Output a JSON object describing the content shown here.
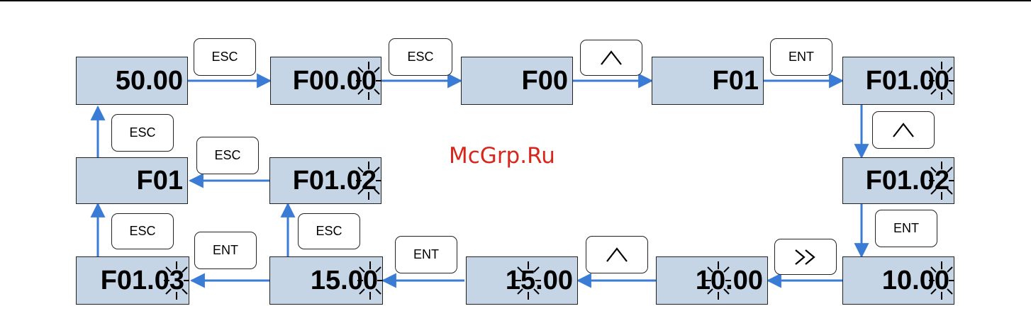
{
  "watermark": "McGrp.Ru",
  "displays": [
    {
      "id": "d1",
      "pre": "50.00",
      "blink": "",
      "post": ""
    },
    {
      "id": "d2",
      "pre": "F00.0",
      "blink": "0",
      "post": ""
    },
    {
      "id": "d3",
      "pre": "F00",
      "blink": "",
      "post": ""
    },
    {
      "id": "d4",
      "pre": "F01",
      "blink": "",
      "post": ""
    },
    {
      "id": "d5",
      "pre": "F01.0",
      "blink": "0",
      "post": ""
    },
    {
      "id": "d6",
      "pre": "F01.0",
      "blink": "2",
      "post": ""
    },
    {
      "id": "d7",
      "pre": "10.0",
      "blink": "0",
      "post": ""
    },
    {
      "id": "d8",
      "pre": "1",
      "blink": "0",
      "post": ".00"
    },
    {
      "id": "d9",
      "pre": "1",
      "blink": "5",
      "post": ".00"
    },
    {
      "id": "d10",
      "pre": "15.0",
      "blink": "0",
      "post": ""
    },
    {
      "id": "d11",
      "pre": "F01.0",
      "blink": "3",
      "post": ""
    },
    {
      "id": "d12",
      "pre": "F01.0",
      "blink": "2",
      "post": ""
    },
    {
      "id": "d13",
      "pre": "F01",
      "blink": "",
      "post": ""
    }
  ],
  "keys": [
    {
      "id": "k1",
      "label": "ESC",
      "icon": ""
    },
    {
      "id": "k2",
      "label": "ESC",
      "icon": ""
    },
    {
      "id": "k3",
      "label": "",
      "icon": "up-chevron-icon"
    },
    {
      "id": "k4",
      "label": "ENT",
      "icon": ""
    },
    {
      "id": "k5",
      "label": "",
      "icon": "up-chevron-icon"
    },
    {
      "id": "k6",
      "label": "ENT",
      "icon": ""
    },
    {
      "id": "k7",
      "label": "",
      "icon": "double-chevron-right-icon"
    },
    {
      "id": "k8",
      "label": "",
      "icon": "up-chevron-icon"
    },
    {
      "id": "k9",
      "label": "ENT",
      "icon": ""
    },
    {
      "id": "k10",
      "label": "ENT",
      "icon": ""
    },
    {
      "id": "k11",
      "label": "ESC",
      "icon": ""
    },
    {
      "id": "k12",
      "label": "ESC",
      "icon": ""
    },
    {
      "id": "k13",
      "label": "ESC",
      "icon": ""
    },
    {
      "id": "k14",
      "label": "ESC",
      "icon": ""
    }
  ],
  "colors": {
    "display_bg": "#c6d5e6",
    "arrow": "#3a7bd5",
    "watermark": "#d9261c"
  }
}
